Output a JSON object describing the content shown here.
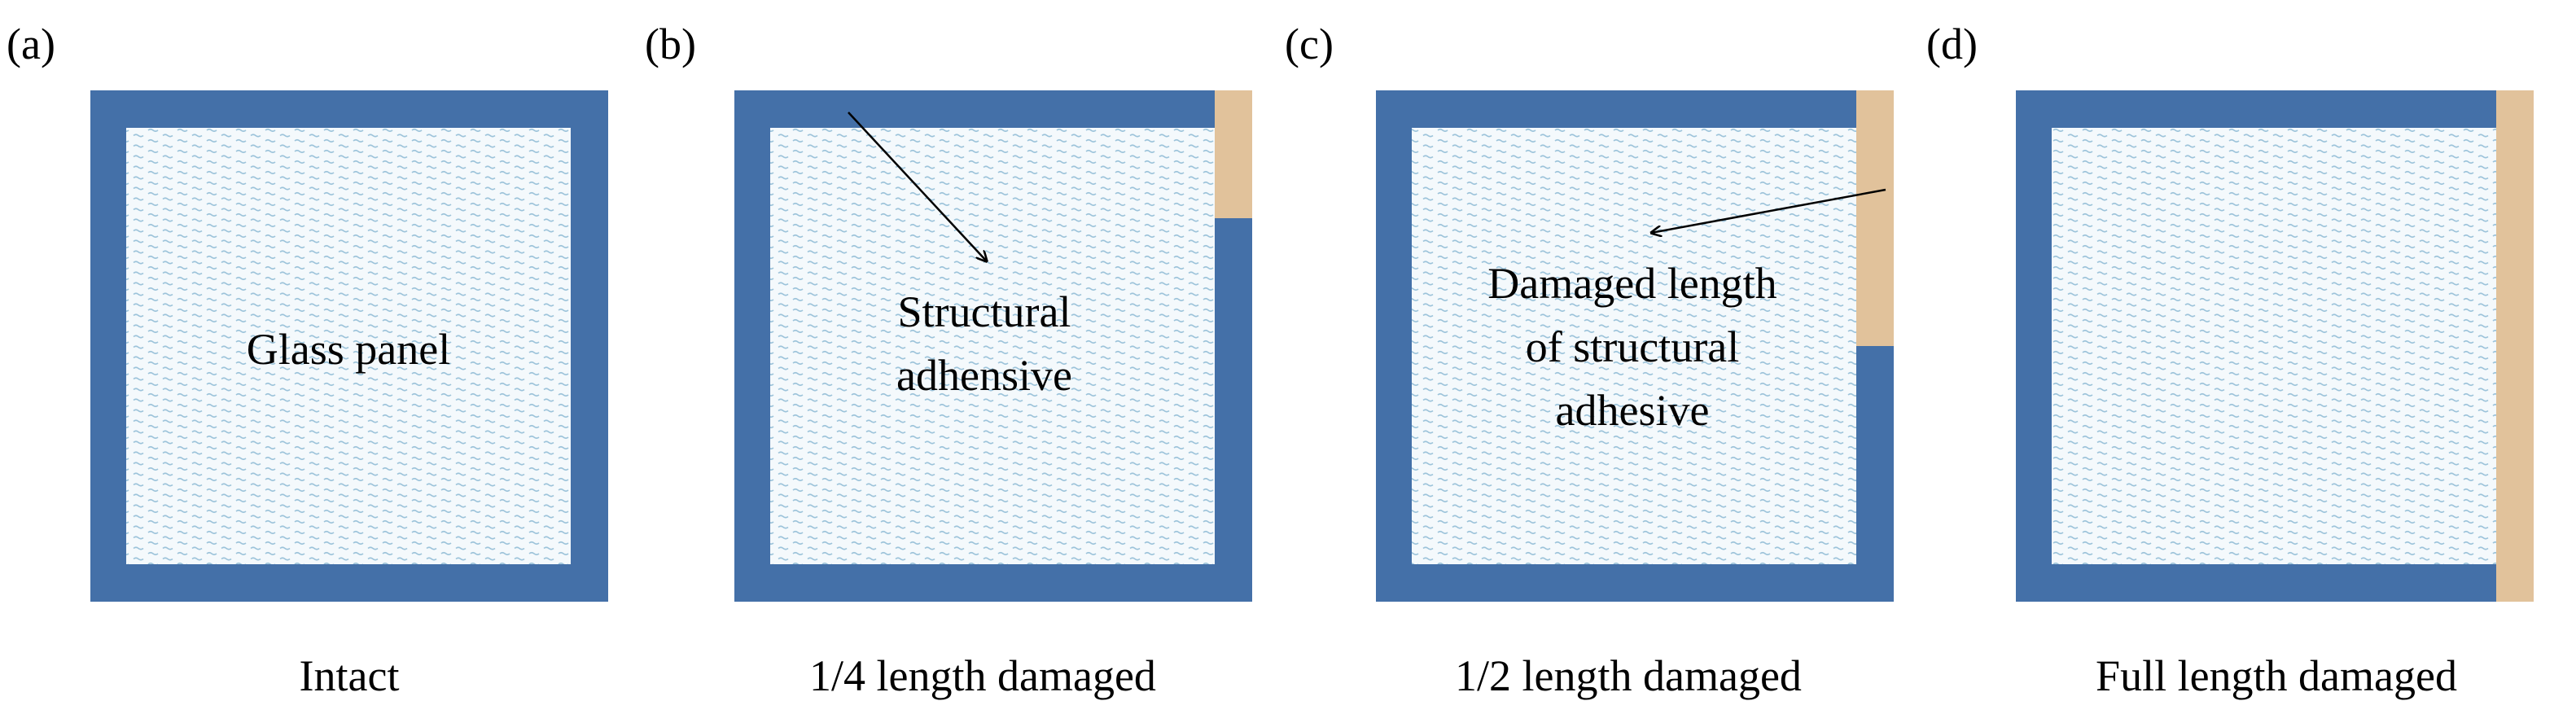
{
  "colors": {
    "frame": "#4470A8",
    "damaged": "#E1C29B",
    "glass_fill": "#F4F9FC",
    "glass_dash": "#9CC3DA",
    "text": "#000000",
    "arrow": "#000000"
  },
  "panels": [
    {
      "id": "a",
      "letter": "(a)",
      "caption": "Intact",
      "damage_fraction": 0,
      "center_text": [
        "Glass panel"
      ]
    },
    {
      "id": "b",
      "letter": "(b)",
      "caption": "1/4 length damaged",
      "damage_fraction": 0.25,
      "center_text": [
        "Structural",
        "adhensive"
      ]
    },
    {
      "id": "c",
      "letter": "(c)",
      "caption": "1/2 length damaged",
      "damage_fraction": 0.5,
      "center_text": [
        "Damaged length",
        "of structural",
        "adhesive"
      ]
    },
    {
      "id": "d",
      "letter": "(d)",
      "caption": "Full length damaged",
      "damage_fraction": 1,
      "center_text": []
    }
  ]
}
